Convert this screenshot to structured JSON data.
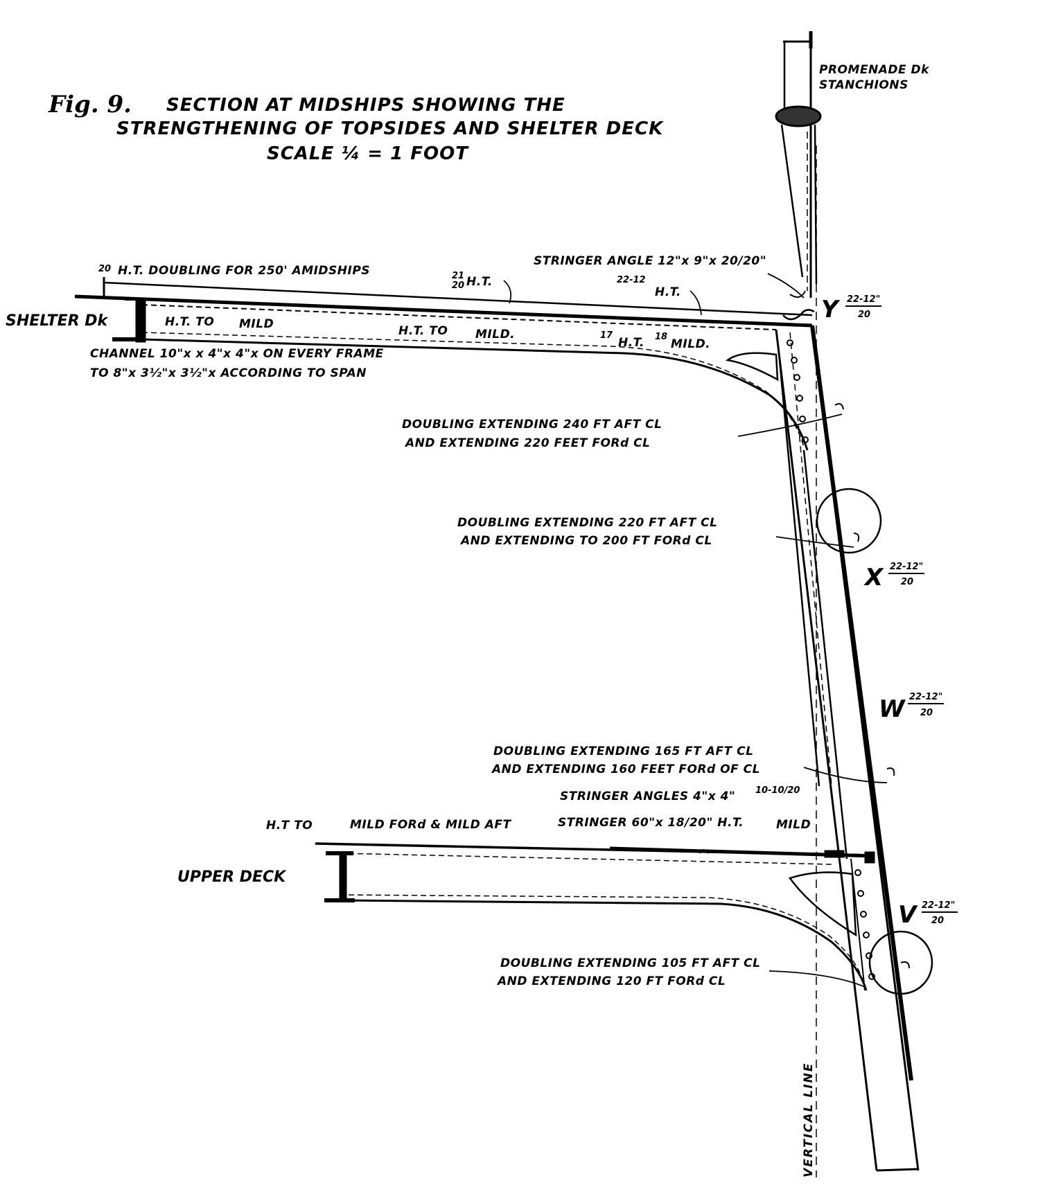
{
  "figure": {
    "fig_label": "Fig. 9.",
    "title_line1": "SECTION AT MIDSHIPS SHOWING THE",
    "title_line2": "STRENGTHENING OF TOPSIDES AND SHELTER DECK",
    "title_line3": "SCALE ¼ = 1 FOOT"
  },
  "labels": {
    "promenade_line1": "PROMENADE Dk",
    "promenade_line2": "STANCHIONS",
    "ht_doubling": "H.T. DOUBLING FOR 250' AMIDSHIPS",
    "ht_21": "H.T.",
    "stringer_angle": "STRINGER ANGLE 12\"x 9\"x 20/20\"",
    "ht_22": "H.T.",
    "shelter_deck": "SHELTER Dk",
    "ht_to_mild_1": "H.T. TO",
    "mild_1": "MILD",
    "ht_to_mild_2": "H.T. TO",
    "mild_2": "MILD.",
    "ht_mild_3": "H.T.",
    "mild_3": "MILD.",
    "channel_line1": "CHANNEL 10\"x    x 4\"x 4\"x    ON EVERY FRAME",
    "channel_line2": "TO 8\"x 3½\"x 3½\"x    ACCORDING TO SPAN",
    "doubling1_line1": "DOUBLING EXTENDING 240 FT AFT ⅭL",
    "doubling1_line2": "AND EXTENDING 220 FEET FORd ⅭL",
    "doubling2_line1": "DOUBLING EXTENDING 220 FT AFT ⅭL",
    "doubling2_line2": "AND EXTENDING TO 200 FT FORd ⅭL",
    "doubling3_line1": "DOUBLING EXTENDING 165 FT AFT ⅭL",
    "doubling3_line2": "AND EXTENDING 160 FEET FORd OF ⅭL",
    "stringer_angles": "STRINGER ANGLES 4\"x 4\"",
    "stringer_angles_frac": "10-10/20",
    "ht_to_mild_fore": "H.T TO",
    "mild_fore_aft": "MILD FORd &     MILD AFT",
    "stringer_60": "STRINGER 60\"x 18/20\" H.T.",
    "mild_4": "MILD",
    "upper_deck": "UPPER DECK",
    "doubling4_line1": "DOUBLING EXTENDING 105 FT AFT ⅭL",
    "doubling4_line2": "AND EXTENDING 120 FT FORd ⅭL",
    "vertical_line": "VERTICAL LINE"
  },
  "markers": [
    {
      "letter": "Y",
      "num": "22-12\"",
      "den": "20"
    },
    {
      "letter": "X",
      "num": "22-12\"",
      "den": "20"
    },
    {
      "letter": "W",
      "num": "22-12\"",
      "den": "20"
    },
    {
      "letter": "V",
      "num": "22-12\"",
      "den": "20"
    }
  ],
  "fractions": {
    "f_doubling": "20",
    "f_21": "21",
    "f_20": "20",
    "f_22": "22-12",
    "f_17": "17",
    "f_18": "18"
  }
}
